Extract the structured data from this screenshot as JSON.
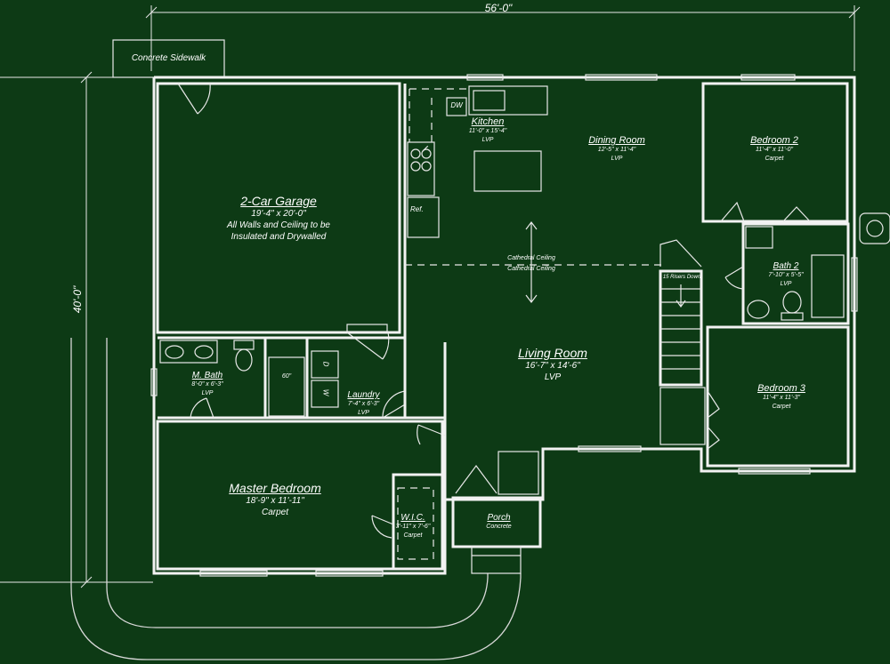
{
  "dimensions": {
    "width": "56'-0\"",
    "depth": "40'-0\""
  },
  "sidewalk": "Concrete Sidewalk",
  "garage": {
    "name": "2-Car Garage",
    "size": "19'-4\" x 20'-0\"",
    "note_1": "All Walls and Ceiling to be",
    "note_2": "Insulated and Drywalled"
  },
  "kitchen": {
    "name": "Kitchen",
    "size": "11'-0\" x 15'-4\"",
    "floor": "LVP"
  },
  "dining": {
    "name": "Dining Room",
    "size": "12'-5\" x 11'-4\"",
    "floor": "LVP"
  },
  "bedroom2": {
    "name": "Bedroom 2",
    "size": "11'-4\" x 11'-0\"",
    "floor": "Carpet"
  },
  "bath2": {
    "name": "Bath 2",
    "size": "7'-10\" x 5'-5\"",
    "floor": "LVP"
  },
  "bedroom3": {
    "name": "Bedroom 3",
    "size": "11'-4\" x 11'-3\"",
    "floor": "Carpet"
  },
  "living": {
    "name": "Living Room",
    "size": "16'-7\" x 14'-6\"",
    "floor": "LVP"
  },
  "mbath": {
    "name": "M. Bath",
    "size": "8'-0\" x 6'-3\"",
    "floor": "LVP"
  },
  "laundry": {
    "name": "Laundry",
    "size": "7'-4\" x 6'-3\"",
    "floor": "LVP"
  },
  "master": {
    "name": "Master Bedroom",
    "size": "18'-9\" x 11'-11\"",
    "floor": "Carpet"
  },
  "wic": {
    "name": "W.I.C.",
    "size": "3'-11\" x 7'-6\"",
    "floor": "Carpet"
  },
  "porch": {
    "name": "Porch",
    "floor": "Concrete"
  },
  "annotations": {
    "cathedral_1": "Cathedral Ceiling",
    "cathedral_2": "Cathedral Ceiling",
    "stairs": "15 Risers Down",
    "dishwasher": "DW",
    "refrigerator": "Ref.",
    "shower": "60\"",
    "dryer": "D",
    "washer": "W"
  },
  "colors": {
    "background": "#0d3a15",
    "lines": "#f2f2f2"
  }
}
